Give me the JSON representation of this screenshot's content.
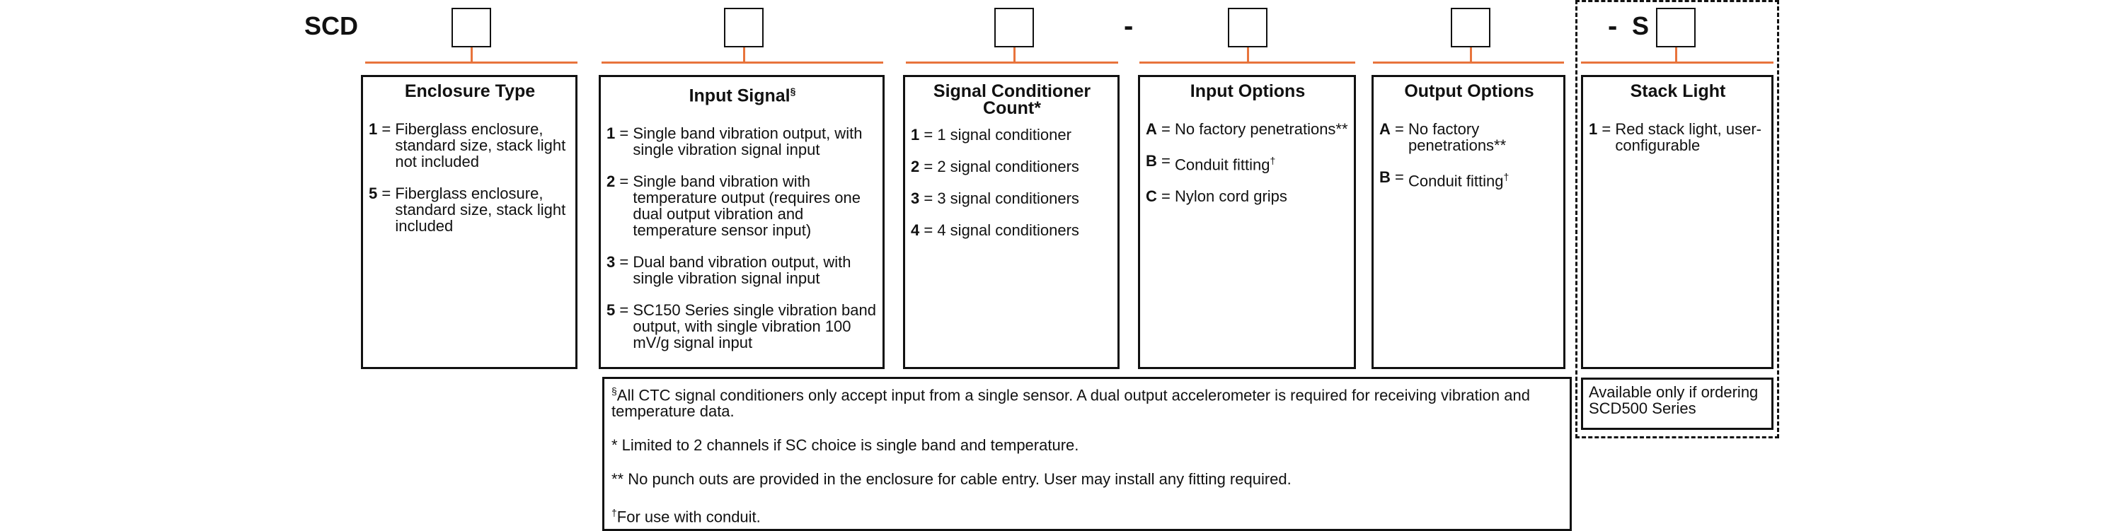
{
  "header": {
    "prefix": "SCD",
    "dash_1": "-",
    "dash_2": "-",
    "suffix_s": "S"
  },
  "boxes": [
    {
      "title": "Enclosure Type",
      "items": [
        {
          "code": "1",
          "desc": "Fiberglass enclosure, standard size, stack light not included"
        },
        {
          "code": "5",
          "desc": "Fiberglass enclosure, standard size, stack light included"
        }
      ]
    },
    {
      "title": "Input Signal",
      "title_mark": "§",
      "items": [
        {
          "code": "1",
          "desc": "Single band vibration output, with single vibration signal input"
        },
        {
          "code": "2",
          "desc": "Single band vibration with temperature output (requires one dual output vibration and temperature sensor input)"
        },
        {
          "code": "3",
          "desc": "Dual band vibration output, with single vibration signal input"
        },
        {
          "code": "5",
          "desc": "SC150 Series single vibration band output, with single vibration 100 mV/g signal input"
        }
      ]
    },
    {
      "title": "Signal Conditioner Count*",
      "items": [
        {
          "code": "1",
          "desc": "1 signal conditioner"
        },
        {
          "code": "2",
          "desc": "2 signal conditioners"
        },
        {
          "code": "3",
          "desc": "3 signal conditioners"
        },
        {
          "code": "4",
          "desc": "4 signal conditioners"
        }
      ]
    },
    {
      "title": "Input Options",
      "items": [
        {
          "code": "A",
          "desc": "No factory penetrations**"
        },
        {
          "code": "B",
          "desc": "Conduit fitting",
          "mark": "†"
        },
        {
          "code": "C",
          "desc": "Nylon cord grips"
        }
      ]
    },
    {
      "title": "Output Options",
      "items": [
        {
          "code": "A",
          "desc": "No factory penetrations**"
        },
        {
          "code": "B",
          "desc": "Conduit fitting",
          "mark": "†"
        }
      ]
    },
    {
      "title": "Stack Light",
      "items": [
        {
          "code": "1",
          "desc": "Red stack light, user-configurable"
        }
      ]
    }
  ],
  "notes": [
    {
      "mark": "§",
      "text": "All CTC signal conditioners only accept input from a single sensor. A dual output accelerometer is required for receiving vibration and temperature data."
    },
    {
      "mark": "",
      "text": "* Limited to 2 channels if SC choice is single band and temperature."
    },
    {
      "mark": "",
      "text": "** No punch outs are provided in the enclosure for cable entry. User may install any fitting required."
    },
    {
      "mark": "†",
      "text": "For use with conduit."
    }
  ],
  "stack_note": "Available only if ordering SCD500 Series",
  "colors": {
    "connector_orange": "#e8743c",
    "border": "#111111"
  }
}
